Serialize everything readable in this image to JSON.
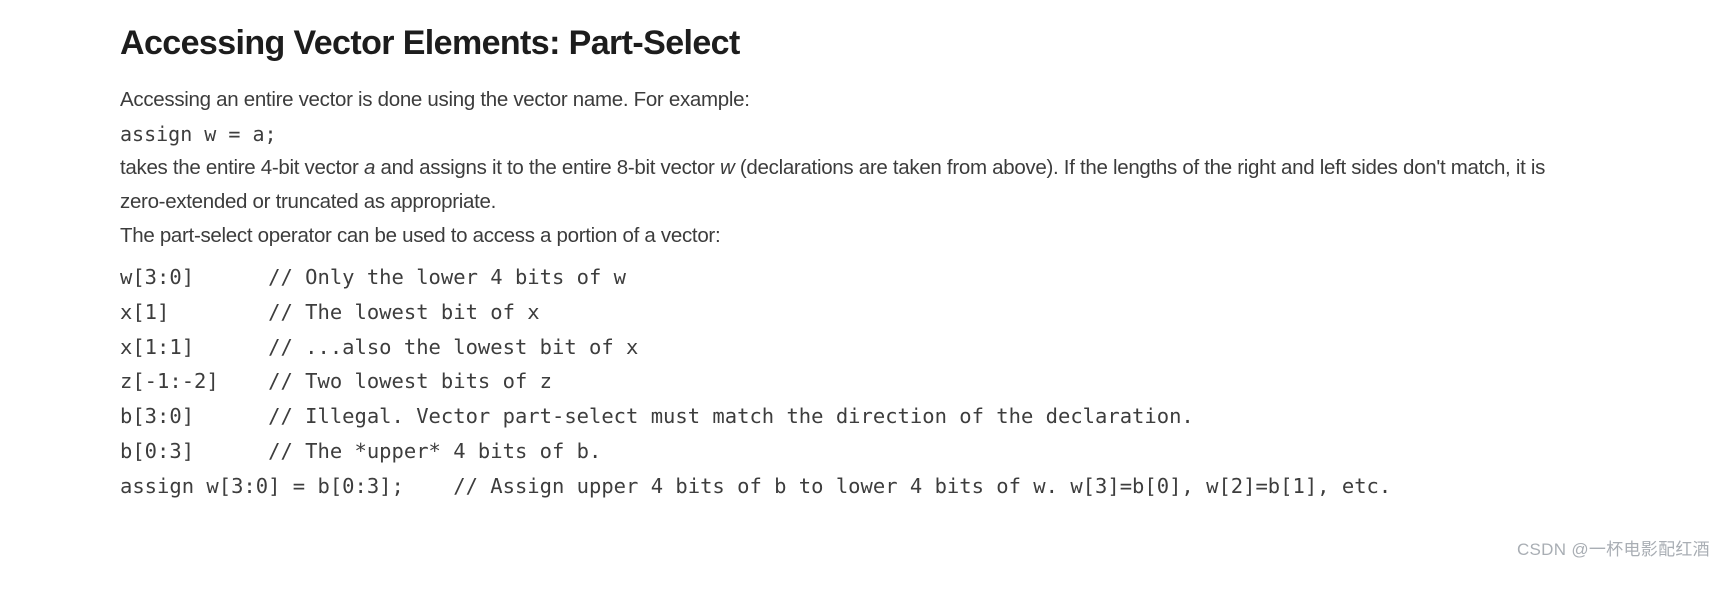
{
  "page": {
    "title": "Accessing Vector Elements: Part-Select",
    "intro": "Accessing an entire vector is done using the vector name. For example:",
    "example_code": "assign w = a;",
    "explanation_segments": [
      {
        "text": "takes the entire 4-bit vector "
      },
      {
        "text": "a",
        "italic": true
      },
      {
        "text": " and assigns it to the entire 8-bit vector "
      },
      {
        "text": "w",
        "italic": true
      },
      {
        "text": " (declarations are taken from above). If the lengths of the right and left sides don't match, it is zero-extended or truncated as appropriate."
      }
    ],
    "part_select_intro": "The part-select operator can be used to access a portion of a vector:",
    "code_lines": [
      "w[3:0]      // Only the lower 4 bits of w",
      "x[1]        // The lowest bit of x",
      "x[1:1]      // ...also the lowest bit of x",
      "z[-1:-2]    // Two lowest bits of z",
      "b[3:0]      // Illegal. Vector part-select must match the direction of the declaration.",
      "b[0:3]      // The *upper* 4 bits of b.",
      "assign w[3:0] = b[0:3];    // Assign upper 4 bits of b to lower 4 bits of w. w[3]=b[0], w[2]=b[1], etc."
    ],
    "watermark": "CSDN @一杯电影配红酒"
  }
}
